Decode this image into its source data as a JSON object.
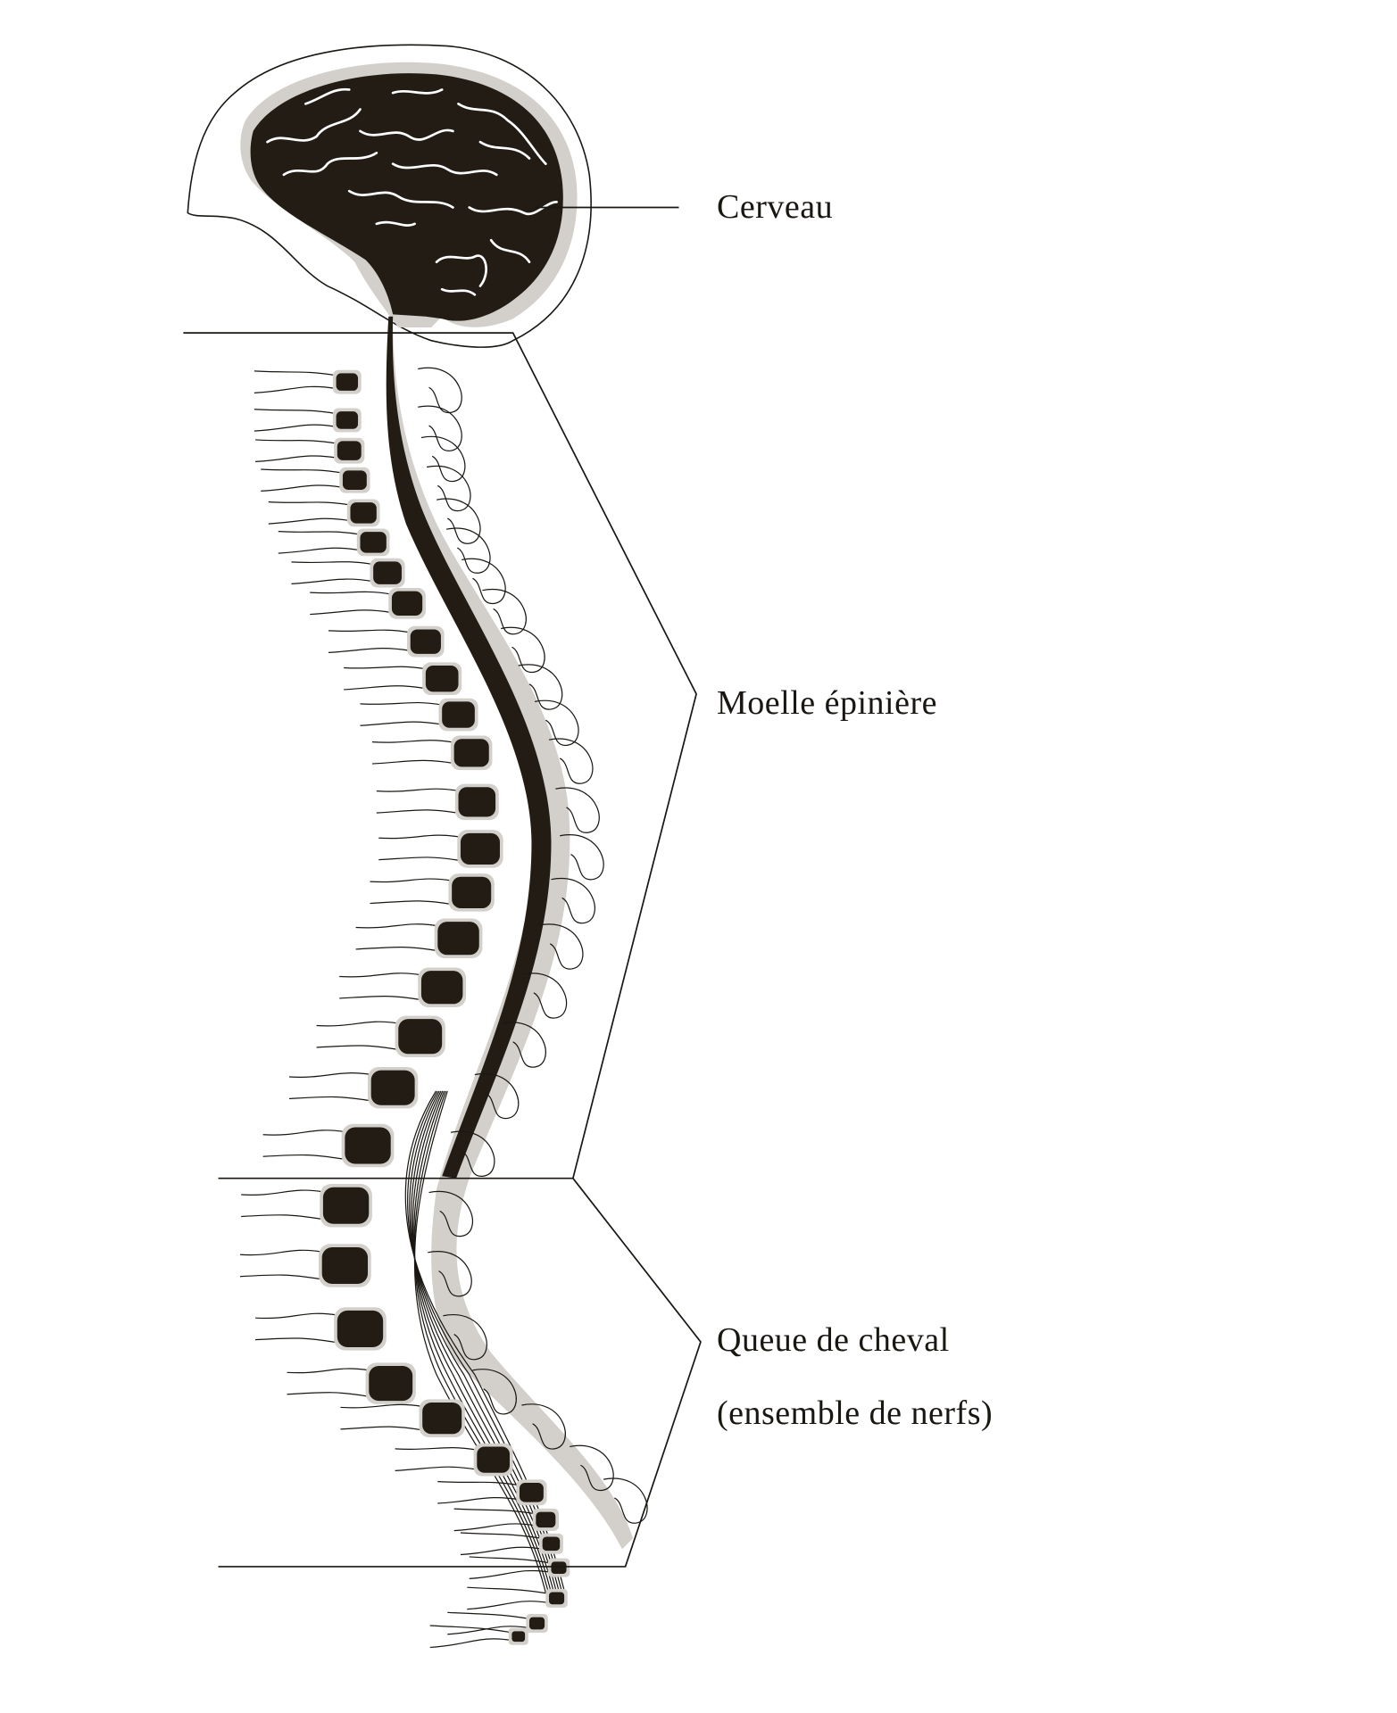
{
  "labels": {
    "brain": "Cerveau",
    "spinal_cord": "Moelle épinière",
    "cauda_equina_line1": "Queue de cheval",
    "cauda_equina_line2": "(ensemble de nerfs)"
  },
  "colors": {
    "tissue": "#221c14",
    "sheath": "#d3d0cb",
    "line": "#1a1712",
    "background": "#ffffff"
  }
}
